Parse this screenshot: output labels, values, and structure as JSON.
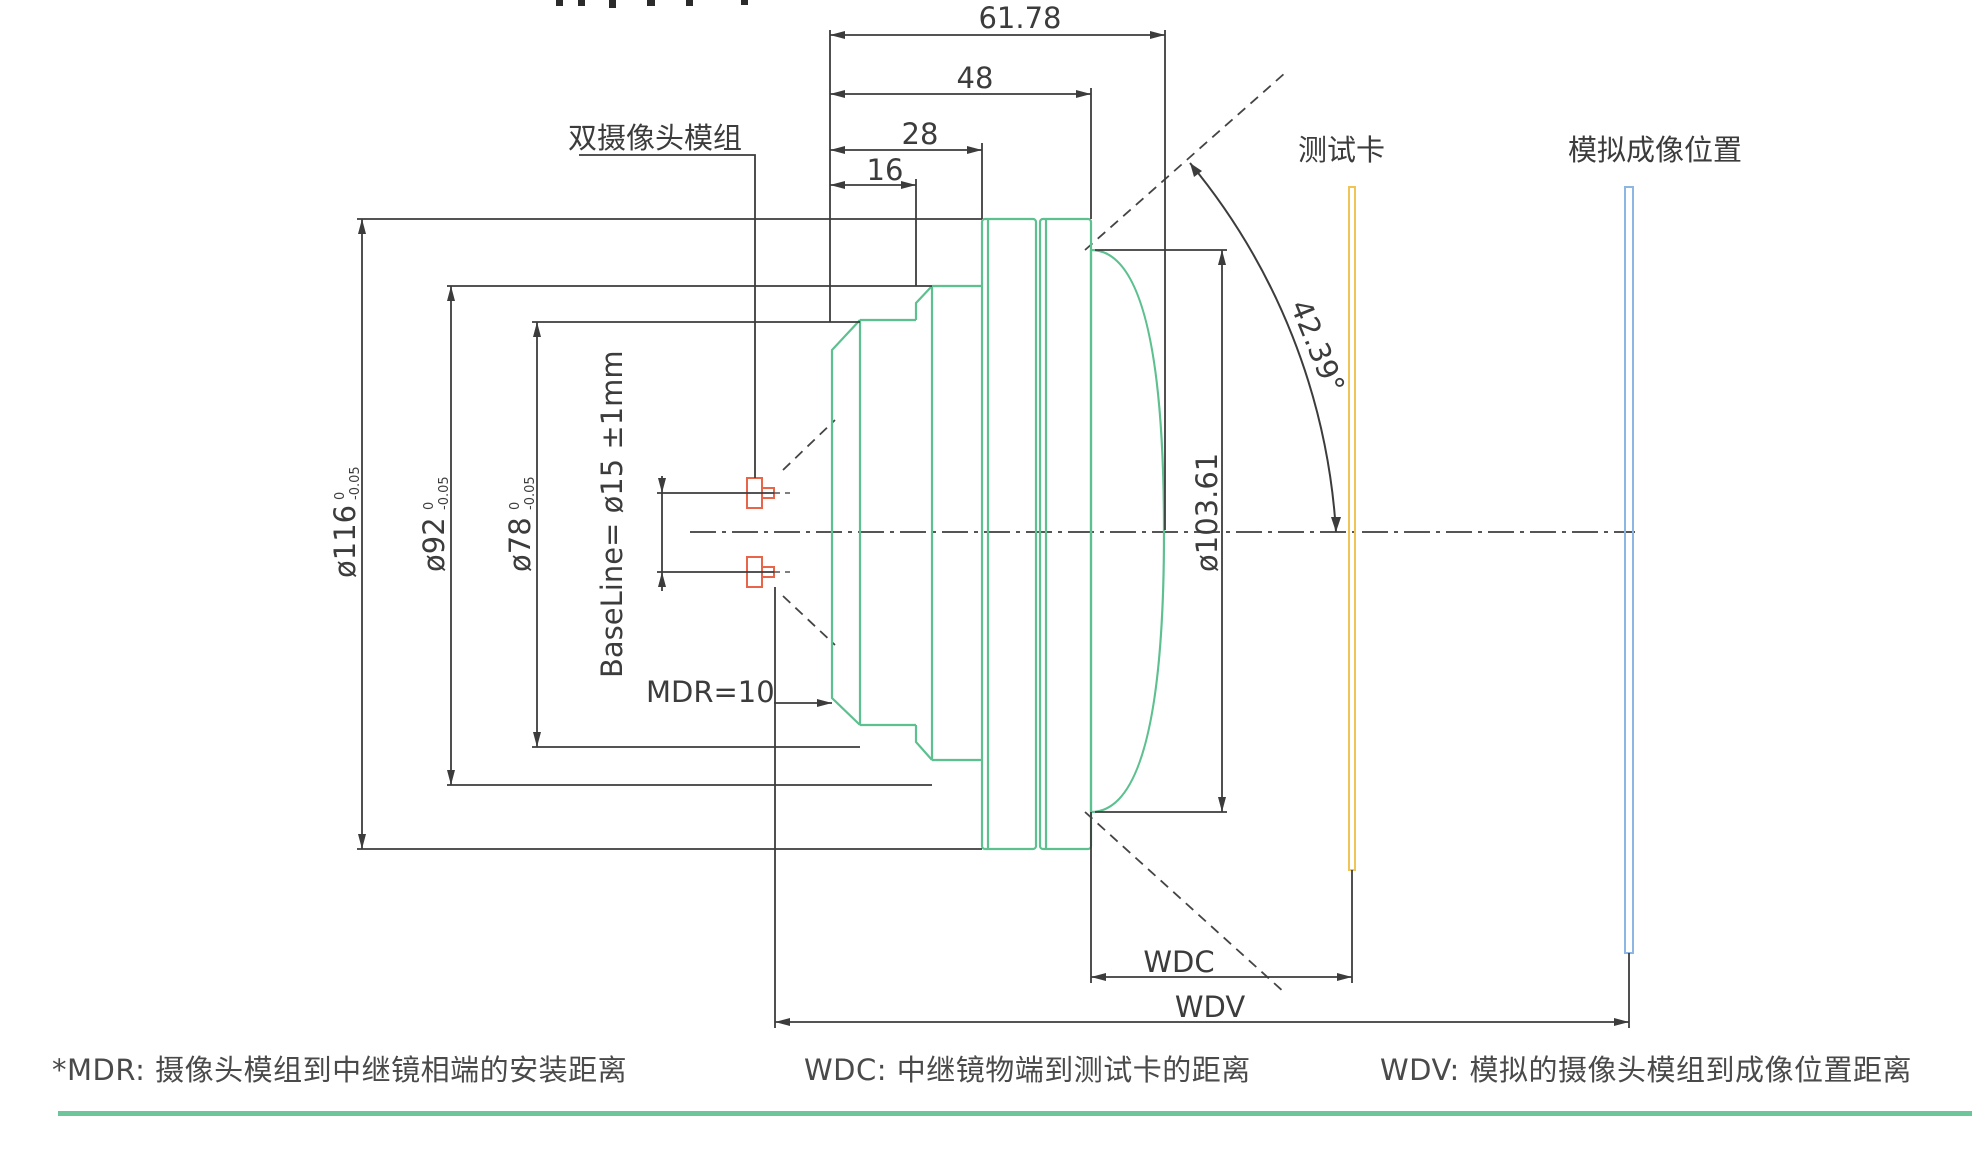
{
  "dimensions": {
    "total_length": "61.78",
    "length_48": "48",
    "length_28": "28",
    "length_16": "16",
    "dia_116": "ø116",
    "dia_92": "ø92",
    "dia_78": "ø78",
    "tol_upper": "0",
    "tol_lower": "-0.05",
    "dia_front": "ø103.61",
    "angle": "42.39°",
    "baseline": "BaseLine= ø15 ±1mm",
    "mdr": "MDR=10",
    "wdc": "WDC",
    "wdv": "WDV"
  },
  "labels": {
    "camera_module": "双摄像头模组",
    "test_card": "测试卡",
    "virtual_image": "模拟成像位置"
  },
  "footnotes": {
    "mdr": "*MDR: 摄像头模组到中继镜相端的安装距离",
    "wdc": "WDC: 中继镜物端到测试卡的距离",
    "wdv": "WDV: 模拟的摄像头模组到成像位置距离"
  },
  "colors": {
    "lens_outline": "#5cc08f",
    "camera_modules": "#e8654a",
    "test_card": "#f0c457",
    "image_plane": "#8eb6e2",
    "dimension_lines": "#3c3c3c",
    "accent_rule": "#6cc69a"
  }
}
